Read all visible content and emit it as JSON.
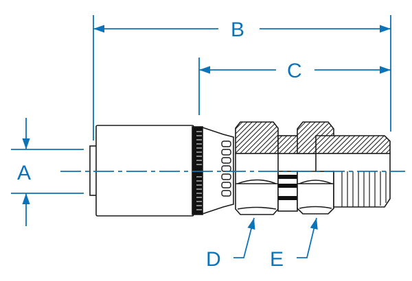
{
  "colors": {
    "dimension": "#0a73b9",
    "part": "#1a1a1a",
    "background": "#ffffff"
  },
  "labels": {
    "a": "A",
    "b": "B",
    "c": "C",
    "d": "D",
    "e": "E"
  }
}
